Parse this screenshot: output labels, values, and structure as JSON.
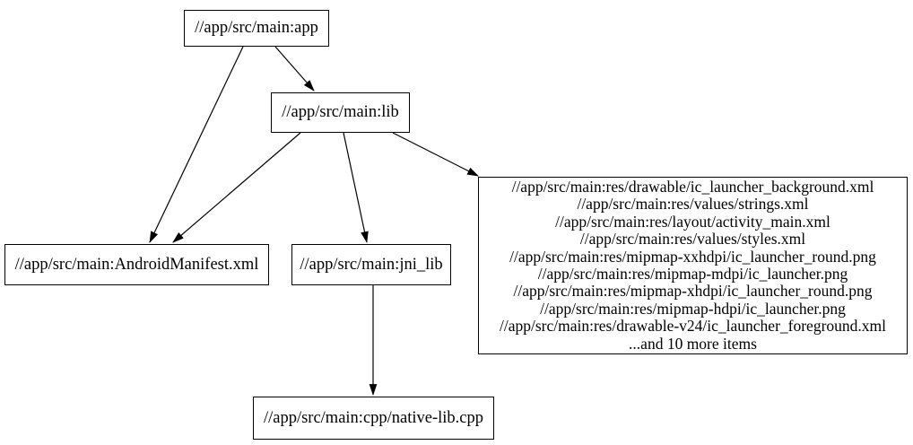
{
  "diagram": {
    "type": "dependency-graph",
    "background_color": "#ffffff",
    "node_border_color": "#000000",
    "edge_color": "#000000",
    "nodes": {
      "app": {
        "label": "//app/src/main:app"
      },
      "lib": {
        "label": "//app/src/main:lib"
      },
      "manifest": {
        "label": "//app/src/main:AndroidManifest.xml"
      },
      "jni_lib": {
        "label": "//app/src/main:jni_lib"
      },
      "res": {
        "lines": [
          "//app/src/main:res/drawable/ic_launcher_background.xml",
          "//app/src/main:res/values/strings.xml",
          "//app/src/main:res/layout/activity_main.xml",
          "//app/src/main:res/values/styles.xml",
          "//app/src/main:res/mipmap-xxhdpi/ic_launcher_round.png",
          "//app/src/main:res/mipmap-mdpi/ic_launcher.png",
          "//app/src/main:res/mipmap-xhdpi/ic_launcher_round.png",
          "//app/src/main:res/mipmap-hdpi/ic_launcher.png",
          "//app/src/main:res/drawable-v24/ic_launcher_foreground.xml",
          "...and 10 more items"
        ]
      },
      "native_lib": {
        "label": "//app/src/main:cpp/native-lib.cpp"
      }
    },
    "edges": [
      {
        "from": "//app/src/main:app",
        "to": "//app/src/main:lib"
      },
      {
        "from": "//app/src/main:app",
        "to": "//app/src/main:AndroidManifest.xml"
      },
      {
        "from": "//app/src/main:lib",
        "to": "//app/src/main:AndroidManifest.xml"
      },
      {
        "from": "//app/src/main:lib",
        "to": "//app/src/main:jni_lib"
      },
      {
        "from": "//app/src/main:lib",
        "to": "res-file-group"
      },
      {
        "from": "//app/src/main:jni_lib",
        "to": "//app/src/main:cpp/native-lib.cpp"
      }
    ]
  }
}
